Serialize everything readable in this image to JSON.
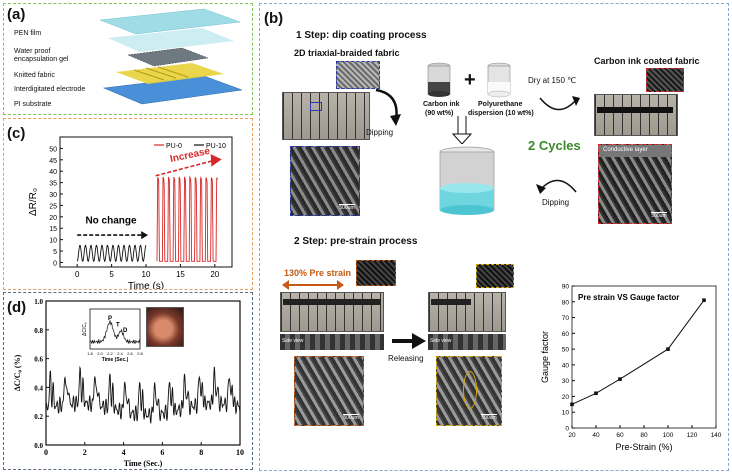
{
  "panel_a": {
    "label": "(a)",
    "layers": [
      "PEN film",
      "Water proof",
      "encapsulation gel",
      "Knitted fabric",
      "Interdigitated electrode",
      "PI substrate"
    ]
  },
  "panel_b": {
    "label": "(b)",
    "step1_title": "1 Step: dip coating process",
    "fabric_title": "2D triaxial-braided fabric",
    "coated_title": "Carbon ink coated fabric",
    "carbon_ink": "Carbon ink",
    "carbon_ink_pct": "(90 wt%)",
    "plus": "+",
    "pu": "Polyurethane",
    "pu_pct": "dispersion (10 wt%)",
    "dry": "Dry at 150 ℃",
    "dipping1": "Dipping",
    "dipping2": "Dipping",
    "cycles": "2 Cycles",
    "conductive_layer": "Conductive layer",
    "scale_500": "500um",
    "step2_title": "2 Step: pre-strain process",
    "pre_strain": "130% Pre strain",
    "releasing": "Releasing",
    "side_view": "Side view",
    "colors": {
      "cycles": "#3a8a2a",
      "prestrain": "#c65a12",
      "blue_box": "#2a3ab0",
      "red_box": "#d62828",
      "yellow_box": "#d9a800"
    }
  },
  "panel_c": {
    "label": "(c)",
    "no_change": "No change",
    "increase": "Increase",
    "chart_data": {
      "type": "line",
      "xlabel": "Time (s)",
      "ylabel": "ΔR/R₀",
      "xlim": [
        -2.5,
        22.5
      ],
      "ylim": [
        -2,
        55
      ],
      "xticks": [
        0,
        5,
        10,
        15,
        20
      ],
      "yticks": [
        0,
        5,
        10,
        15,
        20,
        25,
        30,
        35,
        40,
        45,
        50
      ],
      "legend": "top-right",
      "series": [
        {
          "name": "PU-0",
          "color": "#d62828",
          "t_start": 11.6,
          "t_end": 20.4,
          "period": 0.78,
          "low": 0.5,
          "high": 37.5
        },
        {
          "name": "PU-10",
          "color": "#111111",
          "t_start": 0,
          "t_end": 10,
          "period": 0.8,
          "low": 0.5,
          "high": 7.5
        }
      ]
    }
  },
  "panel_d": {
    "label": "(d)",
    "chart_data": {
      "type": "line",
      "xlabel": "Time (Sec.)",
      "ylabel": "ΔC/C₀ (%)",
      "xlim": [
        0,
        10
      ],
      "ylim": [
        0,
        1.0
      ],
      "xticks": [
        0,
        2,
        4,
        6,
        8,
        10
      ],
      "yticks": [
        0.0,
        0.2,
        0.4,
        0.6,
        0.8,
        1.0
      ],
      "beats_per_sec": 1.3,
      "baseline": 0.25,
      "amplitude": 0.22,
      "series": [
        {
          "color": "#111111"
        }
      ]
    },
    "inset": {
      "xlabel": "Time (Sec.)",
      "ylabel": "ΔC/C₀",
      "xticks": [
        "1.8",
        "2.0",
        "2.2",
        "2.4",
        "2.6",
        "2.8"
      ],
      "markers": [
        "P",
        "T",
        "D"
      ]
    }
  },
  "gauge_chart": {
    "chart_data": {
      "type": "line",
      "title": "Pre strain VS Gauge factor",
      "xlabel": "Pre-Strain (%)",
      "ylabel": "Gauge factor",
      "x": [
        20,
        40,
        60,
        100,
        130
      ],
      "y": [
        15,
        22,
        31,
        50,
        81
      ],
      "xlim": [
        20,
        140
      ],
      "ylim": [
        0,
        90
      ],
      "xticks": [
        20,
        40,
        60,
        80,
        100,
        120,
        140
      ],
      "yticks": [
        0,
        10,
        20,
        30,
        40,
        50,
        60,
        70,
        80,
        90
      ]
    }
  }
}
